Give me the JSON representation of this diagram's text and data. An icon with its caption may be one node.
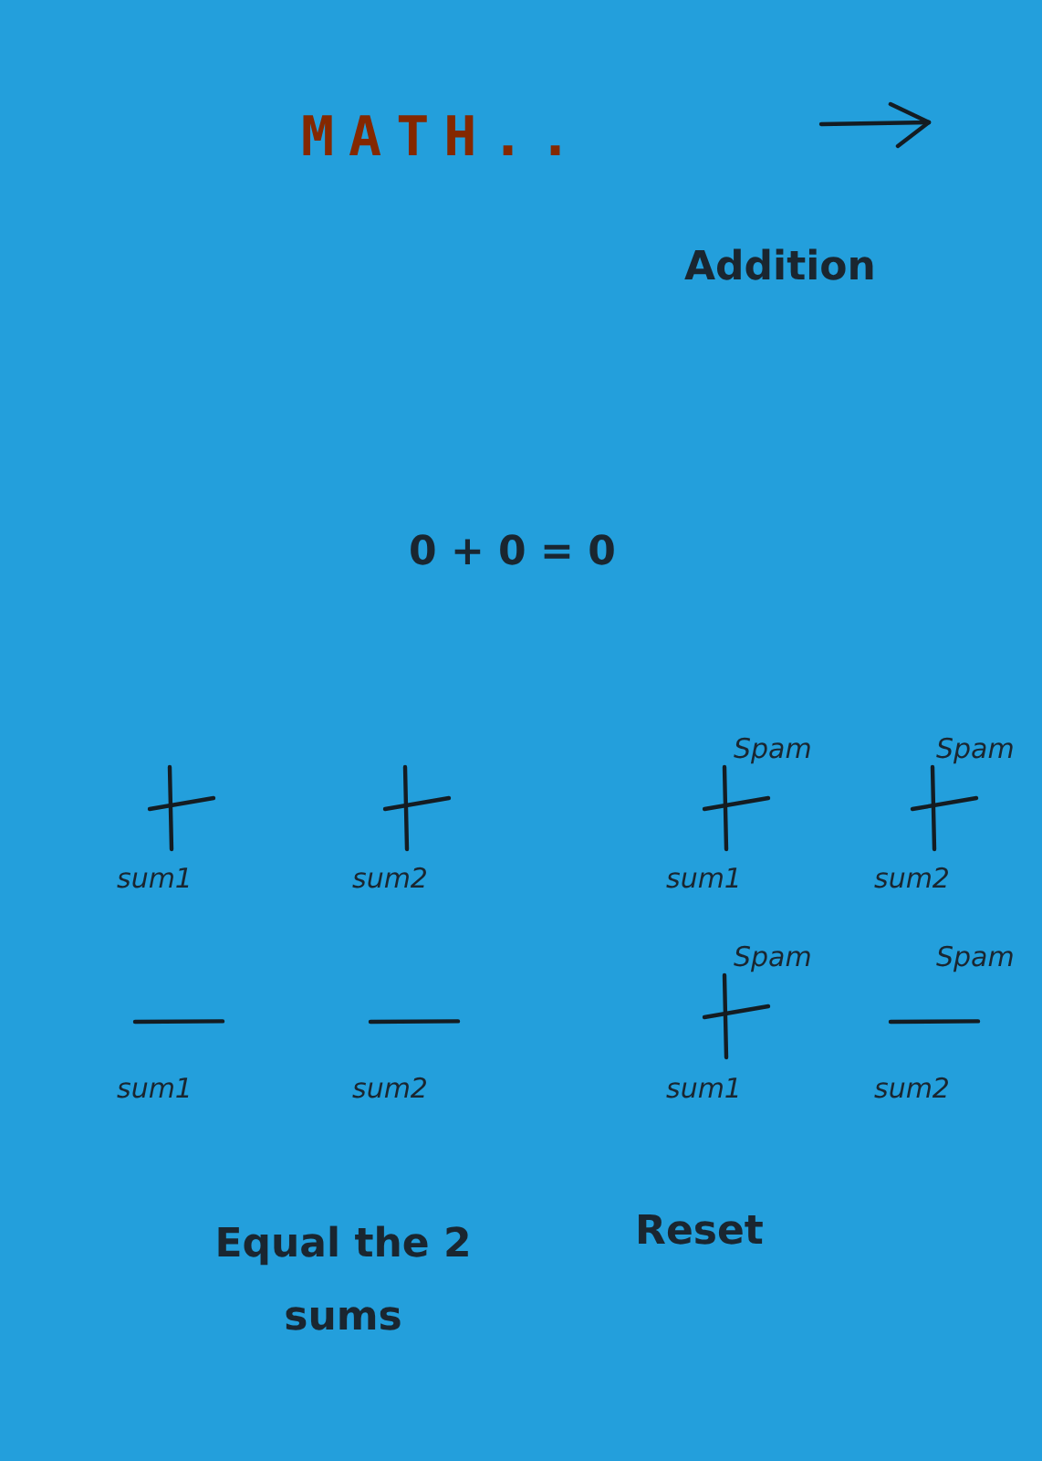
{
  "diagram": {
    "title": "MATH..",
    "labels": [
      "Addition",
      "0 + 0 = 0",
      "Spam",
      "Spam",
      "sum1",
      "sum2",
      "sum1",
      "sum2",
      "Spam",
      "Spam",
      "sum1",
      "sum2",
      "sum1",
      "sum2",
      "Equal the 2 sums",
      "Reset"
    ]
  }
}
